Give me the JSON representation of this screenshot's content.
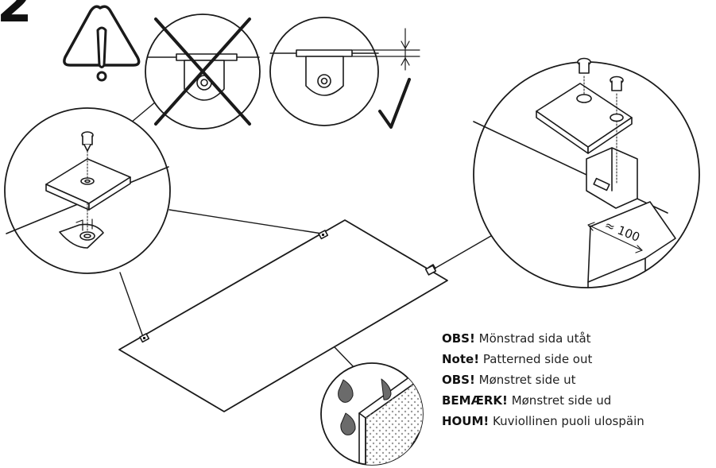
{
  "step_number": "2",
  "dimension_label": "≈ 100",
  "notes": [
    {
      "label": "OBS!",
      "text": "Mönstrad sida utåt"
    },
    {
      "label": "Note!",
      "text": "Patterned side out"
    },
    {
      "label": "OBS!",
      "text": "Mønstret side ut"
    },
    {
      "label": "BEMÆRK!",
      "text": "Mønstret side ud"
    },
    {
      "label": "HOUM!",
      "text": "Kuviollinen puoli ulospäin"
    }
  ],
  "icons": [
    "warning-triangle-icon",
    "wrong-cross-icon",
    "correct-checkmark-icon",
    "screw-icon",
    "water-drop-icon"
  ],
  "colors": {
    "line": "#1a1a1a",
    "fill": "#ffffff",
    "drop": "#6b6b6b",
    "dots": "#9a9a9a"
  }
}
